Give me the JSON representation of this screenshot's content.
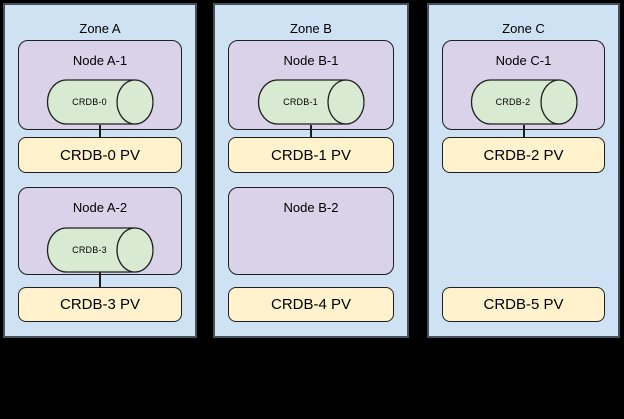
{
  "diagram": {
    "description": "CockroachDB nodes and persistent volumes across availability zones",
    "zones": [
      {
        "title": "Zone A",
        "nodes": [
          {
            "label": "Node A-1",
            "cylinder": "CRDB-0"
          },
          {
            "label": "Node A-2",
            "cylinder": "CRDB-3"
          }
        ],
        "pvs": [
          "CRDB-0 PV",
          "CRDB-3 PV"
        ]
      },
      {
        "title": "Zone B",
        "nodes": [
          {
            "label": "Node B-1",
            "cylinder": "CRDB-1"
          },
          {
            "label": "Node B-2"
          }
        ],
        "pvs": [
          "CRDB-1 PV",
          "CRDB-4 PV"
        ]
      },
      {
        "title": "Zone C",
        "nodes": [
          {
            "label": "Node C-1",
            "cylinder": "CRDB-2"
          }
        ],
        "pvs": [
          "CRDB-2 PV",
          "CRDB-5 PV"
        ]
      }
    ],
    "colors": {
      "background": "#000000",
      "zone_fill": "#cfe2f3",
      "zone_border": "#44505c",
      "node_fill": "#d9d2e9",
      "cylinder_fill": "#d9ead3",
      "pv_fill": "#fff2cc",
      "shape_border": "#1f1f1f"
    }
  }
}
